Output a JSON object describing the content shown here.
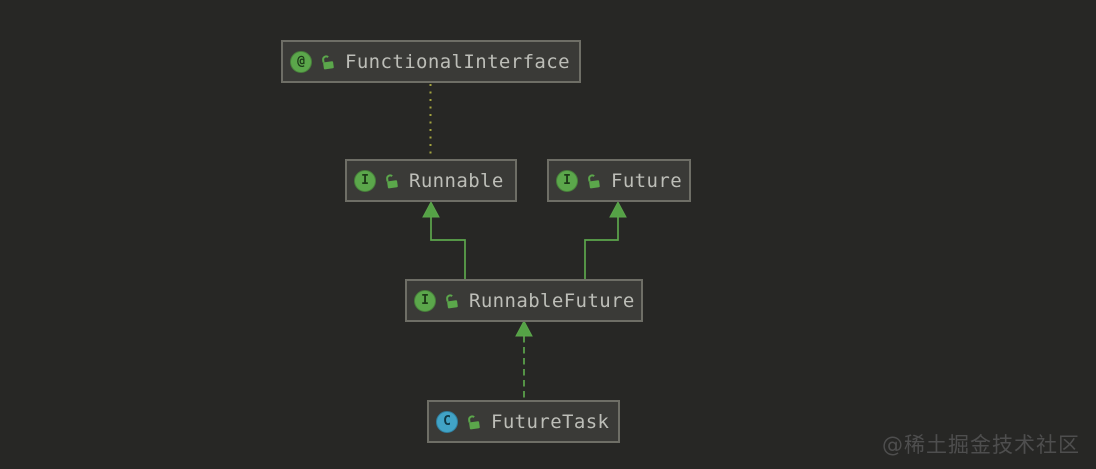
{
  "diagram": {
    "title": "Java FutureTask class hierarchy UML diagram",
    "colors": {
      "canvas_background": "#272725",
      "node_fill": "#3a3a37",
      "node_border": "#6e6e66",
      "label_text": "#bdbeb8",
      "inheritance_green": "#5ca64c",
      "arrow_fill": "#55a246",
      "annotation_dotted_olive": "#a3a33e",
      "interface_badge_green": "#5ba74b",
      "class_badge_blue": "#41a3c6",
      "watermark_gray": "#4e4e4e"
    },
    "nodes": [
      {
        "id": "functional-interface",
        "label": "FunctionalInterface",
        "kind": "annotation",
        "icon_glyph": "@",
        "modifier_icon": "open-lock"
      },
      {
        "id": "runnable",
        "label": "Runnable",
        "kind": "interface",
        "icon_glyph": "I",
        "modifier_icon": "open-lock"
      },
      {
        "id": "future",
        "label": "Future",
        "kind": "interface",
        "icon_glyph": "I",
        "modifier_icon": "open-lock"
      },
      {
        "id": "runnable-future",
        "label": "RunnableFuture",
        "kind": "interface",
        "icon_glyph": "I",
        "modifier_icon": "open-lock"
      },
      {
        "id": "future-task",
        "label": "FutureTask",
        "kind": "class",
        "icon_glyph": "C",
        "modifier_icon": "open-lock"
      }
    ],
    "edges": [
      {
        "from": "Runnable",
        "to": "FunctionalInterface",
        "type": "annotated-by",
        "style": "dotted-olive",
        "arrowhead": "none"
      },
      {
        "from": "RunnableFuture",
        "to": "Runnable",
        "type": "extends",
        "style": "solid-green",
        "arrowhead": "filled-triangle-up"
      },
      {
        "from": "RunnableFuture",
        "to": "Future",
        "type": "extends",
        "style": "solid-green",
        "arrowhead": "filled-triangle-up"
      },
      {
        "from": "FutureTask",
        "to": "RunnableFuture",
        "type": "implements",
        "style": "dashed-green",
        "arrowhead": "filled-triangle-up"
      }
    ]
  },
  "watermark": {
    "text": "@稀土掘金技术社区"
  }
}
